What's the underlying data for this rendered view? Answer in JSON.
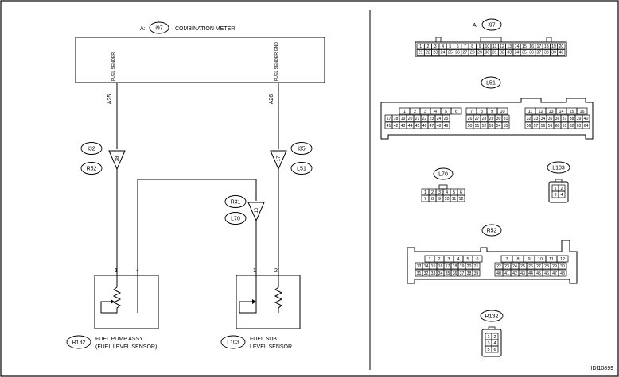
{
  "meter": {
    "prefix": "A:",
    "connector": "i97",
    "title": "COMBINATION METER",
    "pin_left": "FUEL SENDER",
    "pin_right": "FUEL SENDER GND"
  },
  "wires": {
    "left": "A25",
    "right": "A26"
  },
  "tags": {
    "i32": "i32",
    "R52": "R52",
    "i35": "i35",
    "L51": "L51",
    "R31": "R31",
    "L70": "L70",
    "R132": "R132",
    "L103": "L103"
  },
  "splices": {
    "s1": "38",
    "s2": "17",
    "s3": "10"
  },
  "pump": {
    "pin1": "1",
    "pin4": "4",
    "name1": "FUEL PUMP ASSY",
    "name2": "(FUEL LEVEL SENSOR)"
  },
  "sub": {
    "pin1": "1",
    "pin2": "2",
    "name1": "FUEL SUB",
    "name2": "LEVEL SENSOR"
  },
  "right_labels": {
    "i97": "i97",
    "i97_prefix": "A:",
    "L51": "L51",
    "L70": "L70",
    "L103": "L103",
    "R52": "R52",
    "R132": "R132"
  },
  "connectors": {
    "i97_row1": [
      "1",
      "2",
      "3",
      "4",
      "5",
      "6",
      "7",
      "8",
      "9",
      "10",
      "11",
      "12",
      "13",
      "14",
      "15",
      "16",
      "17",
      "18",
      "19",
      "20"
    ],
    "i97_row2": [
      "21",
      "22",
      "23",
      "24",
      "25",
      "26",
      "27",
      "28",
      "29",
      "30",
      "31",
      "32",
      "33",
      "34",
      "35",
      "36",
      "37",
      "38",
      "39",
      "40"
    ],
    "L51_g1_r1": [
      "1",
      "2",
      "3",
      "4",
      "5",
      "6"
    ],
    "L51_g1_r2": [
      "17",
      "18",
      "19",
      "20",
      "21",
      "22",
      "23",
      "24",
      "25"
    ],
    "L51_g1_r3": [
      "41",
      "42",
      "43",
      "44",
      "45",
      "46",
      "47",
      "48",
      "49"
    ],
    "L51_g2_r1": [
      "7",
      "8",
      "9",
      "10"
    ],
    "L51_g2_r2": [
      "26",
      "27",
      "28",
      "29",
      "30",
      "31"
    ],
    "L51_g2_r3": [
      "50",
      "51",
      "52",
      "53",
      "54",
      "55"
    ],
    "L51_g3_r1": [
      "11",
      "12",
      "13",
      "14",
      "15",
      "16"
    ],
    "L51_g3_r2": [
      "32",
      "33",
      "34",
      "35",
      "36",
      "37",
      "38",
      "39",
      "40"
    ],
    "L51_g3_r3": [
      "56",
      "57",
      "58",
      "59",
      "60",
      "61",
      "62",
      "63",
      "64"
    ],
    "L70_r1": [
      "1",
      "2",
      "3",
      "4",
      "5",
      "6"
    ],
    "L70_r2": [
      "7",
      "8",
      "9",
      "10",
      "11",
      "12"
    ],
    "L103": [
      "1",
      "2",
      "3",
      "4"
    ],
    "R52_g1_r1": [
      "1",
      "2",
      "3",
      "4",
      "5",
      "6"
    ],
    "R52_g1_r2": [
      "13",
      "14",
      "15",
      "16",
      "17",
      "18",
      "19",
      "20",
      "21"
    ],
    "R52_g1_r3": [
      "31",
      "32",
      "33",
      "34",
      "35",
      "36",
      "37",
      "38",
      "39"
    ],
    "R52_g2_r1": [
      "7",
      "8",
      "9",
      "10",
      "11",
      "12"
    ],
    "R52_g2_r2": [
      "22",
      "23",
      "24",
      "25",
      "26",
      "27",
      "28",
      "29",
      "30"
    ],
    "R52_g2_r3": [
      "40",
      "41",
      "42",
      "43",
      "44",
      "45",
      "46",
      "47",
      "48"
    ],
    "R132": [
      "1",
      "2",
      "3",
      "4",
      "5",
      "6"
    ]
  },
  "figure_id": "IDI10899"
}
